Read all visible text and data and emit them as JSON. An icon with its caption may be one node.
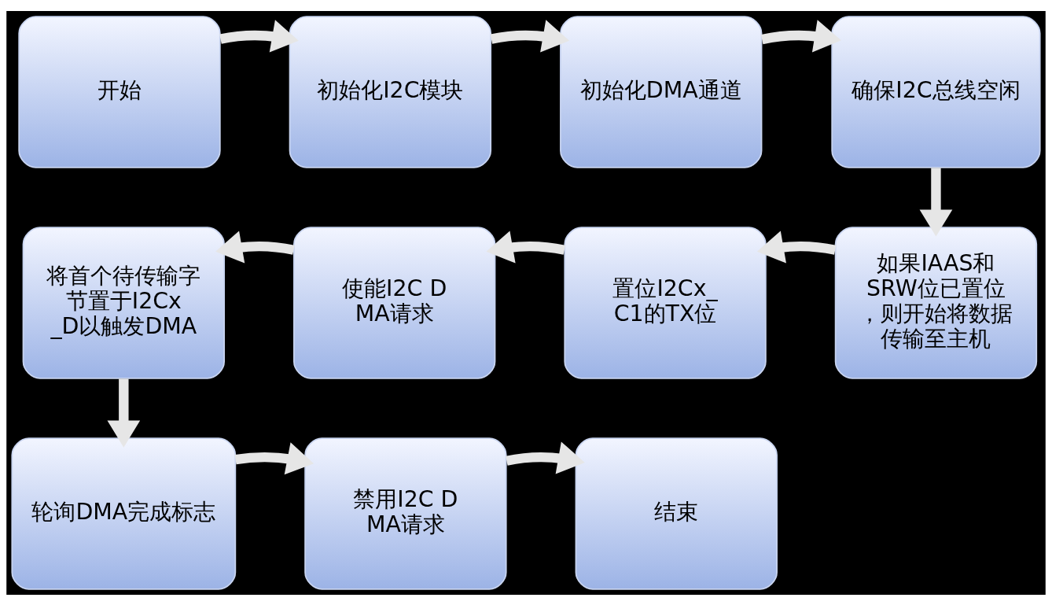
{
  "diagram": {
    "nodes": [
      {
        "text": [
          "开始"
        ]
      },
      {
        "text": [
          "初始化I2C模块"
        ]
      },
      {
        "text": [
          "初始化DMA通道"
        ]
      },
      {
        "text": [
          "确保I2C总线空闲"
        ]
      },
      {
        "text": [
          "如果IAAS和SRW位已置位，则开始将数据传输至主机"
        ]
      },
      {
        "text": [
          "置位I2Cx_C1的TX位"
        ]
      },
      {
        "text": [
          "使能I2C DMA请求"
        ]
      },
      {
        "text": [
          "将首个待传输字节置于I2Cx_D以触发DMA"
        ]
      },
      {
        "text": [
          "轮询DMA完成标志"
        ]
      },
      {
        "text": [
          "禁用I2C DMA请求"
        ]
      },
      {
        "text": [
          "结束"
        ]
      }
    ],
    "edges": [
      {
        "from": 0,
        "to": 1,
        "arrow": "to"
      },
      {
        "from": 1,
        "to": 2,
        "arrow": "to"
      },
      {
        "from": 2,
        "to": 3,
        "arrow": "to"
      },
      {
        "from": 3,
        "to": 4,
        "arrow": "to"
      },
      {
        "from": 4,
        "to": 5,
        "arrow": "to"
      },
      {
        "from": 5,
        "to": 6,
        "arrow": "to"
      },
      {
        "from": 6,
        "to": 7,
        "arrow": "to"
      },
      {
        "from": 7,
        "to": 8,
        "arrow": "to"
      },
      {
        "from": 8,
        "to": 9,
        "arrow": "to"
      },
      {
        "from": 9,
        "to": 10,
        "arrow": "to"
      }
    ]
  }
}
